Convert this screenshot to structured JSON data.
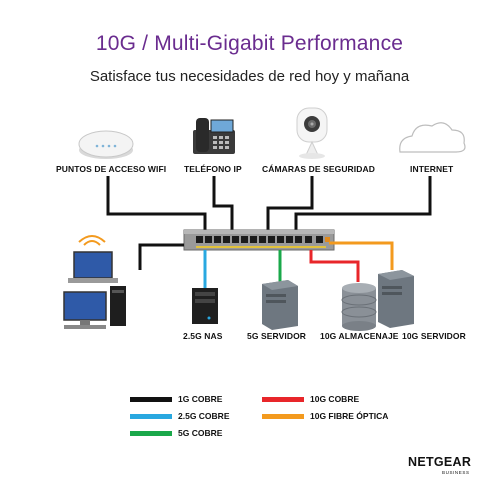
{
  "header": {
    "title": "10G / Multi-Gigabit Performance",
    "subtitle": "Satisface tus necesidades de red hoy y mañana"
  },
  "devices_top": {
    "wifi": "PUNTOS DE ACCESO WIFI",
    "phone": "TELÉFONO IP",
    "cameras": "CÁMARAS DE SEGURIDAD",
    "internet": "INTERNET"
  },
  "devices_bottom": {
    "nas": "2.5G NAS",
    "server5g": "5G SERVIDOR",
    "storage": "10G ALMACENAJE",
    "server10g": "10G SERVIDOR"
  },
  "legend": [
    {
      "label": "1G COBRE",
      "color": "#111111"
    },
    {
      "label": "2.5G COBRE",
      "color": "#29a8e0"
    },
    {
      "label": "5G COBRE",
      "color": "#1aa84a"
    },
    {
      "label": "10G COBRE",
      "color": "#e8262a"
    },
    {
      "label": "10G FIBRE ÓPTICA",
      "color": "#f39a1e"
    }
  ],
  "brand": {
    "name": "NETGEAR",
    "sub": "BUSINESS"
  }
}
